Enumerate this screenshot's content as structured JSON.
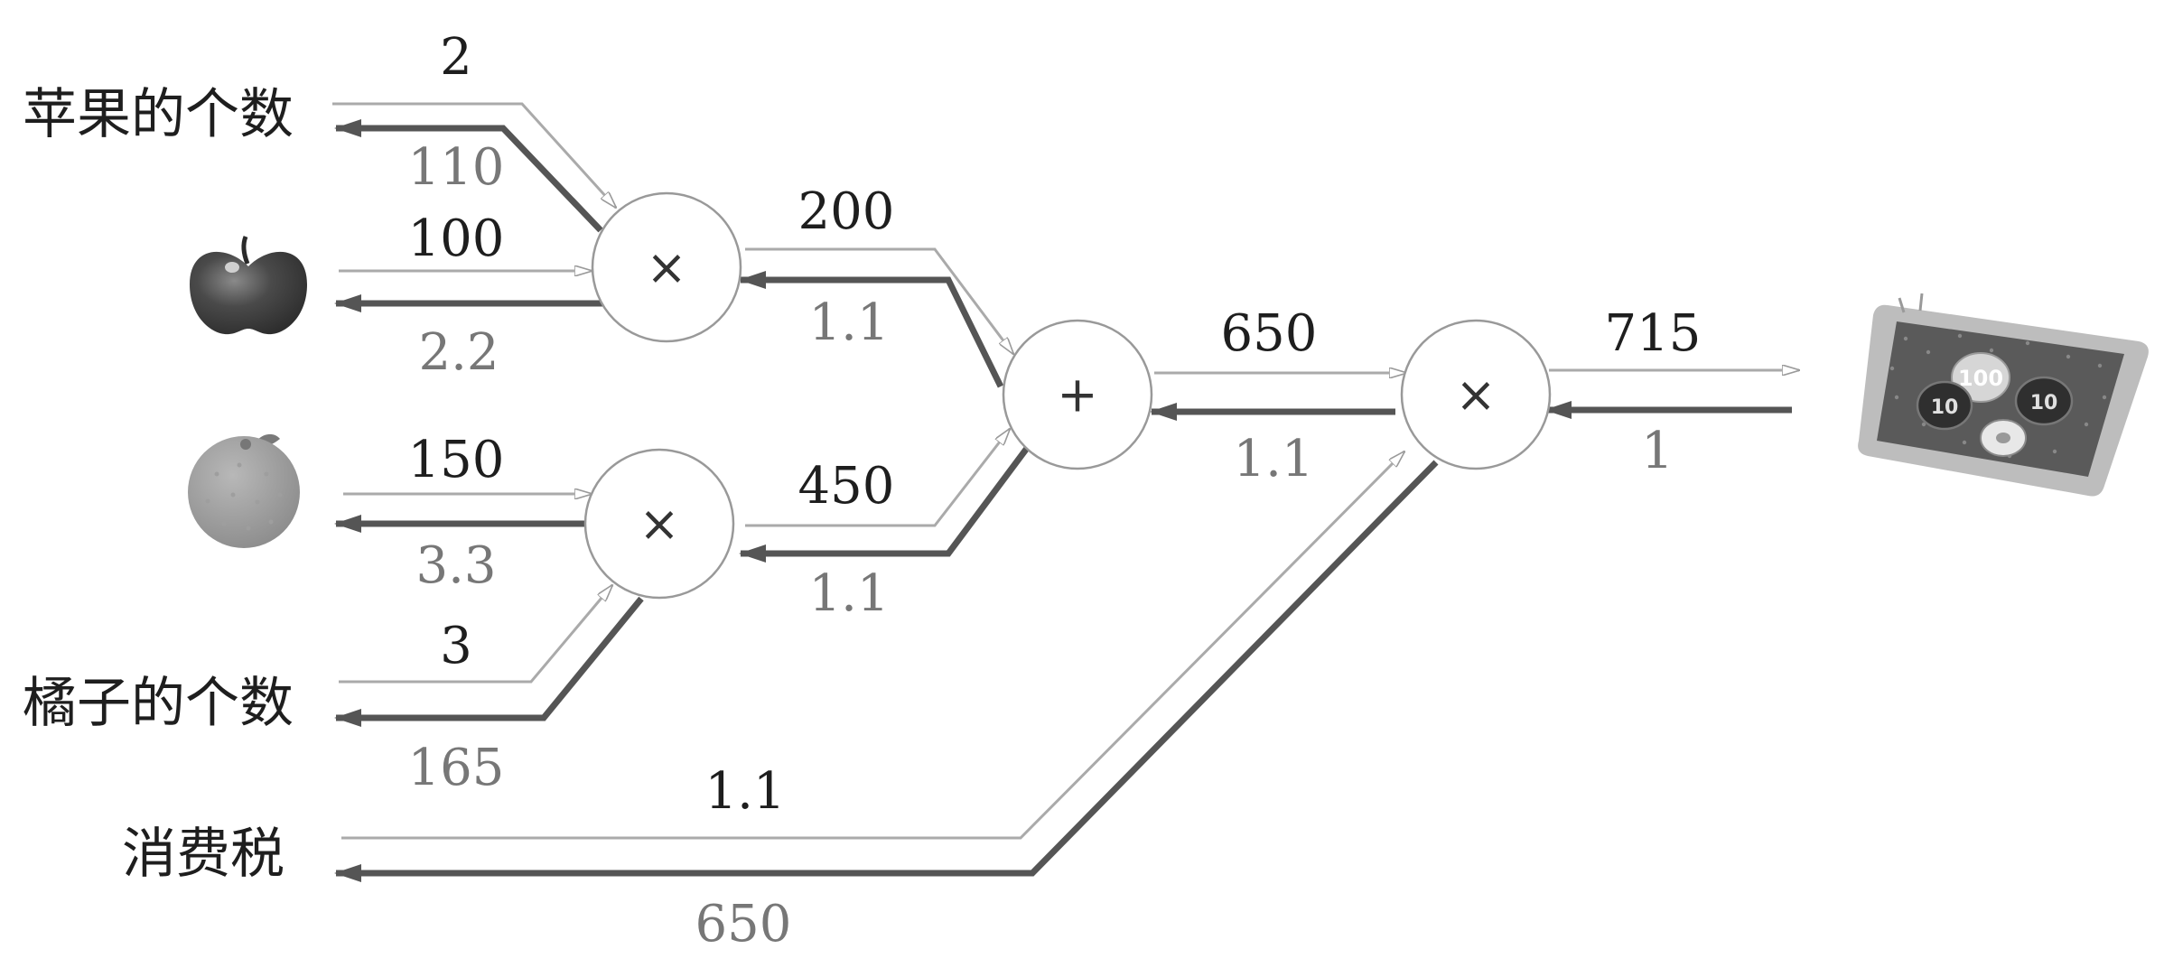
{
  "labels": {
    "apple_count": "苹果的个数",
    "orange_count": "橘子的个数",
    "tax": "消费税"
  },
  "nodes": {
    "mul1": "×",
    "mul2": "×",
    "add": "+",
    "mul3": "×"
  },
  "forward": {
    "apple_count": "2",
    "apple_price": "100",
    "orange_price": "150",
    "orange_count": "3",
    "tax": "1.1",
    "apple_total": "200",
    "orange_total": "450",
    "subtotal": "650",
    "total": "715"
  },
  "backward": {
    "apple_count": "110",
    "apple_price": "2.2",
    "orange_price": "3.3",
    "orange_count": "165",
    "tax": "650",
    "apple_total": "1.1",
    "orange_total": "1.1",
    "subtotal": "1.1",
    "total": "1"
  },
  "icons": {
    "apple": "apple-icon",
    "orange": "orange-icon",
    "payment": "coin-tray-icon"
  },
  "colors": {
    "forward_line": "#aaaaaa",
    "backward_line": "#555555",
    "forward_text": "#1e1e1e",
    "backward_text": "#777777"
  },
  "coin_labels": {
    "coin_100": "100",
    "coin_10_a": "10",
    "coin_10_b": "10"
  }
}
